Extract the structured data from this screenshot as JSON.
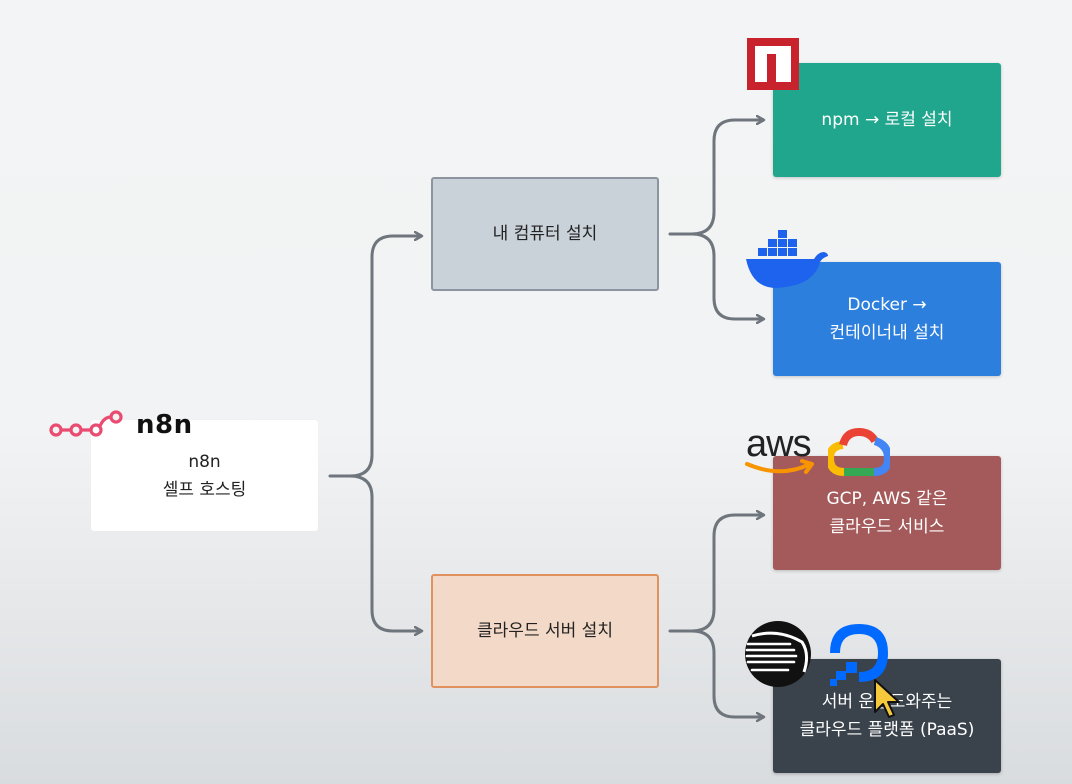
{
  "root": {
    "line1": "n8n",
    "line2": "셀프 호스팅",
    "logo_text": "n8n"
  },
  "branches": {
    "local": {
      "label": "내 컴퓨터 설치"
    },
    "cloud": {
      "label": "클라우드 서버 설치"
    }
  },
  "leaves": {
    "npm": {
      "label": "npm → 로컬 설치"
    },
    "docker": {
      "line1": "Docker →",
      "line2": "컨테이너내 설치"
    },
    "gcp": {
      "line1": "GCP, AWS 같은",
      "line2": "클라우드 서비스"
    },
    "paas": {
      "line1": "서버 운영도와주는",
      "line2": "클라우드 플랫폼 (PaaS)"
    }
  },
  "logos": {
    "aws_text": "aws"
  },
  "icons": [
    "n8n-logo-icon",
    "npm-icon",
    "docker-whale-icon",
    "aws-icon",
    "google-cloud-icon",
    "railway-icon",
    "digitalocean-icon",
    "mouse-cursor-icon"
  ],
  "colors": {
    "npm": "#1fa68c",
    "docker": "#2c7fdc",
    "gcp": "#a45a5a",
    "paas": "#3a424b",
    "local": "#c9d1d9",
    "cloud": "#f3d9c8",
    "arrow": "#6f757c",
    "n8n_accent": "#ea4b71"
  }
}
